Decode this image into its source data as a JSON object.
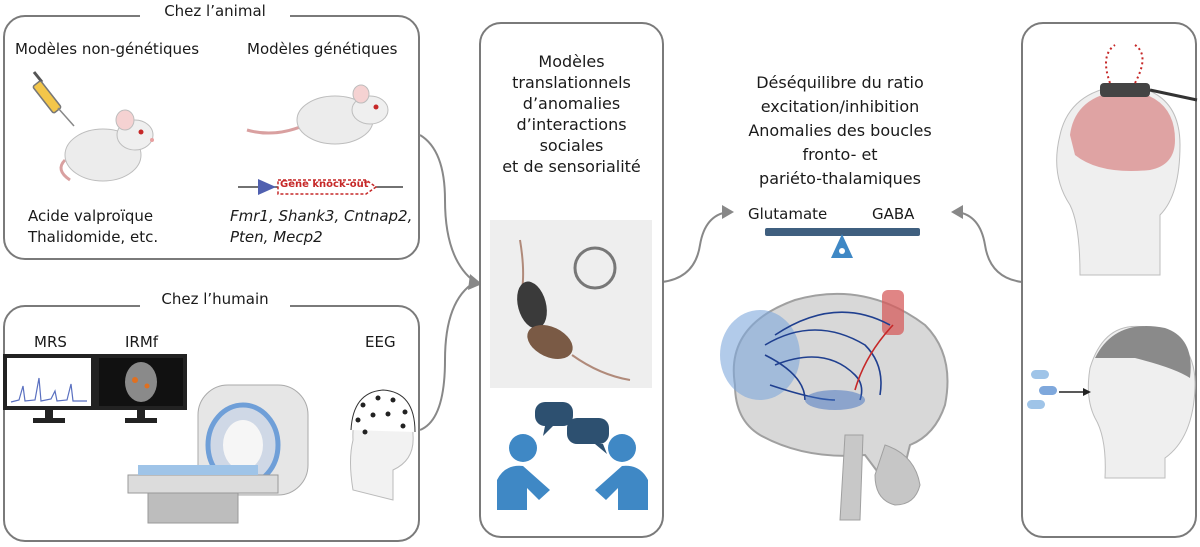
{
  "animal": {
    "title": "Chez l’animal",
    "non_genetic_title": "Modèles non-génétiques",
    "genetic_title": "Modèles génétiques",
    "non_genetic_items": [
      "Acide valproïque",
      "Thalidomide, etc."
    ],
    "genetic_items": [
      "Fmr1, Shank3, Cntnap2,",
      "Pten, Mecp2"
    ],
    "gene_label": "Gène knock-out"
  },
  "human": {
    "title": "Chez l’humain",
    "mrs_label": "MRS",
    "irmf_label": "IRMf",
    "eeg_label": "EEG"
  },
  "translational": {
    "lines": [
      "Modèles",
      "translationnels",
      "d’anomalies",
      "d’interactions",
      "sociales",
      "et de sensorialité"
    ]
  },
  "mechanism": {
    "lines": [
      "Déséquilibre du ratio",
      "excitation/inhibition",
      "Anomalies des boucles",
      "fronto- et",
      "pariéto-thalamiques"
    ],
    "glutamate_label": "Glutamate",
    "gaba_label": "GABA"
  },
  "colors": {
    "box_border": "#7a7a7a",
    "brain_blue": "#4f7fbf",
    "gene_red": "#c62828",
    "balance": "#3f5f7f",
    "social_blue": "#3f88c5",
    "social_dark": "#2d5070"
  }
}
